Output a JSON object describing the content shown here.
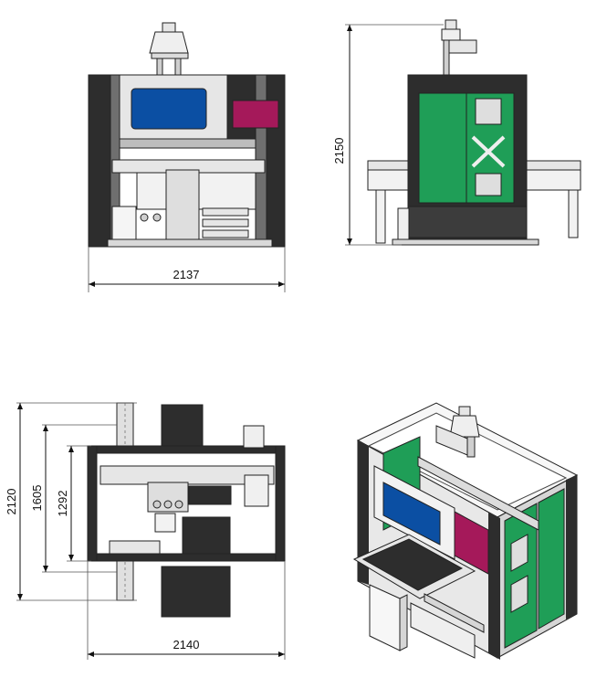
{
  "dimensions": {
    "front_width": "2137",
    "side_height": "2150",
    "top_width": "2140",
    "top_depth_outer": "2120",
    "top_depth_mid": "1605",
    "top_depth_inner": "1292"
  },
  "colors": {
    "frame_dark": "#2d2d2d",
    "screen_blue": "#0b4fa3",
    "panel_magenta": "#a5195a",
    "panel_green": "#1f9e57",
    "metal_light": "#e6e6e6",
    "metal_mid": "#bdbdbd"
  }
}
